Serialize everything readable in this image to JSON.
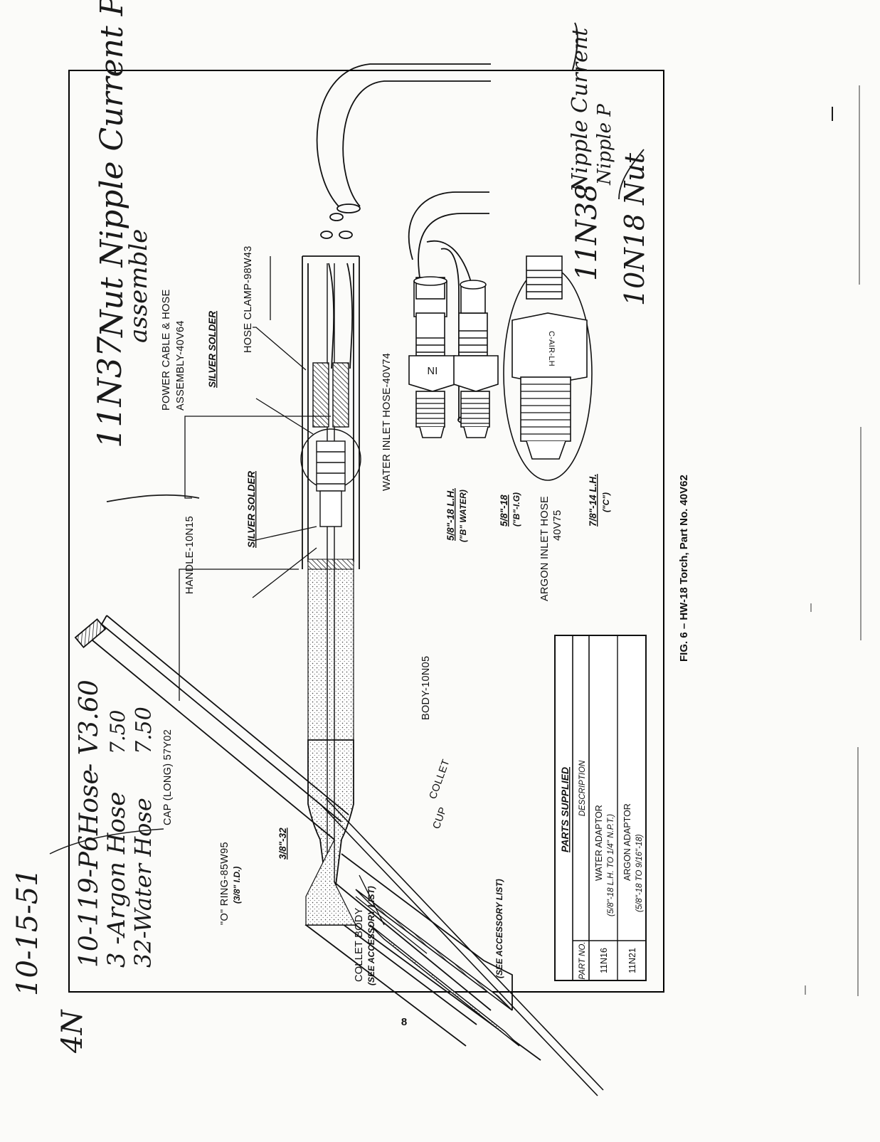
{
  "figure": {
    "caption": "FIG. 6 – HW-18 Torch, Part No. 40V62",
    "page_number": "8",
    "callouts": {
      "handle": "HANDLE-10N15",
      "silver_solder_1": "SILVER SOLDER",
      "silver_solder_2": "SILVER SOLDER",
      "power_cable_1": "POWER CABLE & HOSE",
      "power_cable_2": "ASSEMBLY-40V64",
      "hose_clamp": "HOSE CLAMP-98W43",
      "water_inlet_hose": "WATER INLET HOSE-40V74",
      "thread_water_1": "5/8\"-18 L.H.",
      "thread_water_2": "(\"B\" WATER)",
      "thread_argon_1": "5/8\"-18",
      "thread_argon_2": "(\"B\"-I.G)",
      "argon_inlet_1": "ARGON INLET HOSE",
      "argon_inlet_2": "40V75",
      "thread_c_1": "7/8\"-14 L.H.",
      "thread_c_2": "(\"C\")",
      "body": "BODY-10N05",
      "cap": "CAP (LONG) 57Y02",
      "o_ring_1": "\"O\" RING-85W95",
      "o_ring_2": "(3/8\" I.D.)",
      "thread_38": "3/8\"-32",
      "collet_body_1": "COLLET BODY",
      "collet_body_2": "(SEE ACCESSORY LIST)",
      "collet": "COLLET",
      "cup": "CUP",
      "see_accessory": "(SEE ACCESSORY LIST)",
      "nut_ni": "NI",
      "nut_cairlh": "C-AIR-LH"
    },
    "parts_table": {
      "title": "PARTS SUPPLIED",
      "headers": [
        "PART NO.",
        "DESCRIPTION"
      ],
      "rows": [
        {
          "part_no": "11N16",
          "desc": "WATER ADAPTOR",
          "detail": "(5/8\"-18 L.H. TO 1/4\" N.P.T.)"
        },
        {
          "part_no": "11N21",
          "desc": "ARGON ADAPTOR",
          "detail": "(5/8\"-18 TO 9/16\"-18)"
        }
      ]
    }
  },
  "handwritten_notes": {
    "top_right_1": "Nut Nipple Current Pipe",
    "top_right_2": "assemble",
    "left_1": "11N37",
    "right_1": "11N38",
    "right_2": "Nipple Current",
    "right_3": "Nipple P",
    "right_4": "10N18 Nut",
    "bottom_1": "10-119-P6Hose",
    "bottom_2": "3  -Argon Hose",
    "bottom_3": "32-Water Hose",
    "price_1": "- V3.60",
    "price_2": "7.50",
    "price_3": "7.50",
    "margin_1": "10-15-51",
    "margin_2": "4N"
  }
}
